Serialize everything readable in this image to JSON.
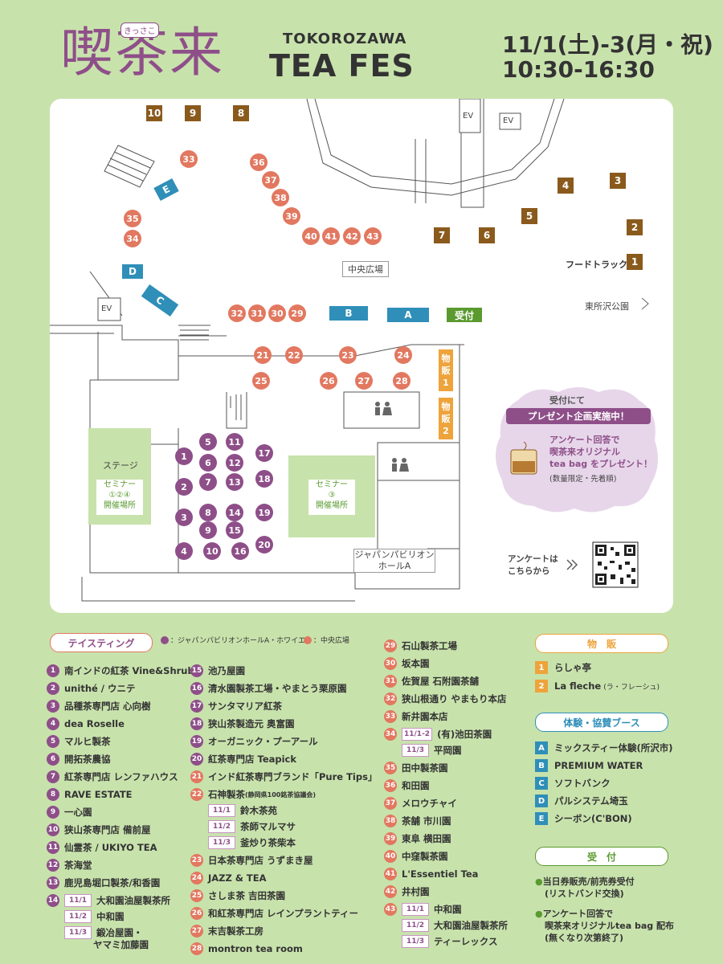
{
  "header": {
    "logo_text": "喫茶来",
    "logo_ruby": "きっさこ",
    "city": "TOKOROZAWA",
    "event": "TEA FES",
    "dates": "11/1(土)-3(月・祝)",
    "hours": "10:30-16:30"
  },
  "map": {
    "labels": {
      "ev": "EV",
      "central_plaza": "中央広場",
      "food_truck": "フードトラック",
      "park": "東所沢公園",
      "reception": "受付",
      "stage": "ステージ",
      "seminar_a": "セミナー\n①②④\n開催場所",
      "seminar_b": "セミナー\n③\n開催場所",
      "pavilion": "ジャパンパビリオン\nホールA",
      "shop1": "物販1",
      "shop2": "物販2",
      "survey": "アンケートは\nこちらから"
    },
    "coral_markers": [
      "33",
      "36",
      "37",
      "38",
      "39",
      "40",
      "41",
      "42",
      "43",
      "35",
      "34",
      "32",
      "31",
      "30",
      "29",
      "21",
      "22",
      "23",
      "24",
      "25",
      "26",
      "27",
      "28"
    ],
    "purple_markers": [
      "1",
      "2",
      "3",
      "4",
      "5",
      "6",
      "7",
      "8",
      "9",
      "10",
      "11",
      "12",
      "13",
      "14",
      "15",
      "16",
      "17",
      "18",
      "19",
      "20"
    ],
    "brown_markers": [
      "10",
      "9",
      "8",
      "4",
      "3",
      "5",
      "2",
      "7",
      "6",
      "1"
    ],
    "blue_markers": [
      "E",
      "D",
      "C",
      "B",
      "A"
    ]
  },
  "callout": {
    "top": "受付にて",
    "banner": "プレゼント企画実施中！",
    "line1": "アンケート回答で",
    "line2": "喫茶来オリジナル",
    "line3": "tea bag をプレゼント！",
    "note": "(数量限定・先着順)"
  },
  "legend": {
    "tasting_title": "テイスティング",
    "key_purple": "：ジャパンパビリオンホールA・ホワイエ",
    "key_coral": "：中央広場",
    "shop_title": "物　販",
    "exp_title": "体験・協賛ブース",
    "reception_title": "受　付",
    "col1": [
      {
        "n": "1",
        "t": "南インドの紅茶 Vine&Shrub"
      },
      {
        "n": "2",
        "t": "unithé / ウニテ"
      },
      {
        "n": "3",
        "t": "品種茶専門店 心向樹"
      },
      {
        "n": "4",
        "t": "dea Roselle"
      },
      {
        "n": "5",
        "t": "マルヒ製茶"
      },
      {
        "n": "6",
        "t": "開拓茶農協"
      },
      {
        "n": "7",
        "t": "紅茶専門店 レンファハウス"
      },
      {
        "n": "8",
        "t": "RAVE ESTATE"
      },
      {
        "n": "9",
        "t": "一心園"
      },
      {
        "n": "10",
        "t": "狭山茶専門店 備前屋"
      },
      {
        "n": "11",
        "t": "仙霊茶 / UKIYO TEA"
      },
      {
        "n": "12",
        "t": "茶海堂"
      },
      {
        "n": "13",
        "t": "鹿児島堀口製茶/和香園"
      }
    ],
    "col1_14": {
      "n": "14",
      "d1": "11/1",
      "t1": "大和園油屋製茶所",
      "d2": "11/2",
      "t2": "中和園",
      "d3": "11/3",
      "t3": "鍛冶屋園・",
      "t3b": "ヤマミ加藤園"
    },
    "col2": [
      {
        "n": "15",
        "t": "池乃屋園"
      },
      {
        "n": "16",
        "t": "清水園製茶工場・やまとう栗原園"
      },
      {
        "n": "17",
        "t": "サンタマリア紅茶"
      },
      {
        "n": "18",
        "t": "狭山茶製造元 奥富園"
      },
      {
        "n": "19",
        "t": "オーガニック・プーアール"
      },
      {
        "n": "20",
        "t": "紅茶専門店 Teapick"
      },
      {
        "n": "21",
        "t": "インド紅茶専門ブランド「Pure Tips」"
      }
    ],
    "col2_22": {
      "n": "22",
      "t": "石神製茶",
      "sub": "(静岡県100銘茶協議会)",
      "d1": "11/1",
      "t1": "鈴木茶苑",
      "d2": "11/2",
      "t2": "茶師マルマサ",
      "d3": "11/3",
      "t3": "釜炒り茶柴本"
    },
    "col2_rest": [
      {
        "n": "23",
        "t": "日本茶専門店 うずまき屋"
      },
      {
        "n": "24",
        "t": "JAZZ & TEA"
      },
      {
        "n": "25",
        "t": "さしま茶 吉田茶園"
      },
      {
        "n": "26",
        "t": "和紅茶専門店 レインプラントティー"
      },
      {
        "n": "27",
        "t": "末吉製茶工房"
      },
      {
        "n": "28",
        "t": "montron tea room"
      }
    ],
    "col3": [
      {
        "n": "29",
        "t": "石山製茶工場"
      },
      {
        "n": "30",
        "t": "坂本園"
      },
      {
        "n": "31",
        "t": "佐賀屋 石附園茶舗"
      },
      {
        "n": "32",
        "t": "狭山根通り やまもり本店"
      },
      {
        "n": "33",
        "t": "新井園本店"
      }
    ],
    "col3_34": {
      "n": "34",
      "d1": "11/1-2",
      "t1": "(有)池田茶園",
      "d2": "11/3",
      "t2": "平岡園"
    },
    "col3_rest": [
      {
        "n": "35",
        "t": "田中製茶園"
      },
      {
        "n": "36",
        "t": "和田園"
      },
      {
        "n": "37",
        "t": "メロウチャイ"
      },
      {
        "n": "38",
        "t": "茶舗 市川園"
      },
      {
        "n": "39",
        "t": "東阜 横田園"
      },
      {
        "n": "40",
        "t": "中窪製茶園"
      },
      {
        "n": "41",
        "t": "L'Essentiel Tea"
      },
      {
        "n": "42",
        "t": "井村園"
      }
    ],
    "col3_43": {
      "n": "43",
      "d1": "11/1",
      "t1": "中和園",
      "d2": "11/2",
      "t2": "大和園油屋製茶所",
      "d3": "11/3",
      "t3": "ティーレックス"
    },
    "shop": [
      {
        "n": "1",
        "t": "らしゃ亭"
      },
      {
        "n": "2",
        "t": "La fleche",
        "sub": "(ラ・フレーシュ)"
      }
    ],
    "exp": [
      {
        "n": "A",
        "t": "ミックスティー体験(所沢市)"
      },
      {
        "n": "B",
        "t": "PREMIUM WATER"
      },
      {
        "n": "C",
        "t": "ソフトバンク"
      },
      {
        "n": "D",
        "t": "パルシステム埼玉"
      },
      {
        "n": "E",
        "t": "シーボン(C'BON)"
      }
    ],
    "reception": [
      {
        "l1": "当日券販売/前売券受付",
        "l2": "(リストバンド交換)"
      },
      {
        "l1": "アンケート回答で",
        "l2": "喫茶来オリジナルtea bag 配布",
        "l3": "(無くなり次第終了)"
      }
    ],
    "colors": {
      "purple": "#8e4f89",
      "coral": "#e27860",
      "brown": "#8a5a1d",
      "blue": "#2f8fb8",
      "orange": "#eea33b",
      "green": "#5a9a2e",
      "bg": "#c8e2ac"
    }
  }
}
